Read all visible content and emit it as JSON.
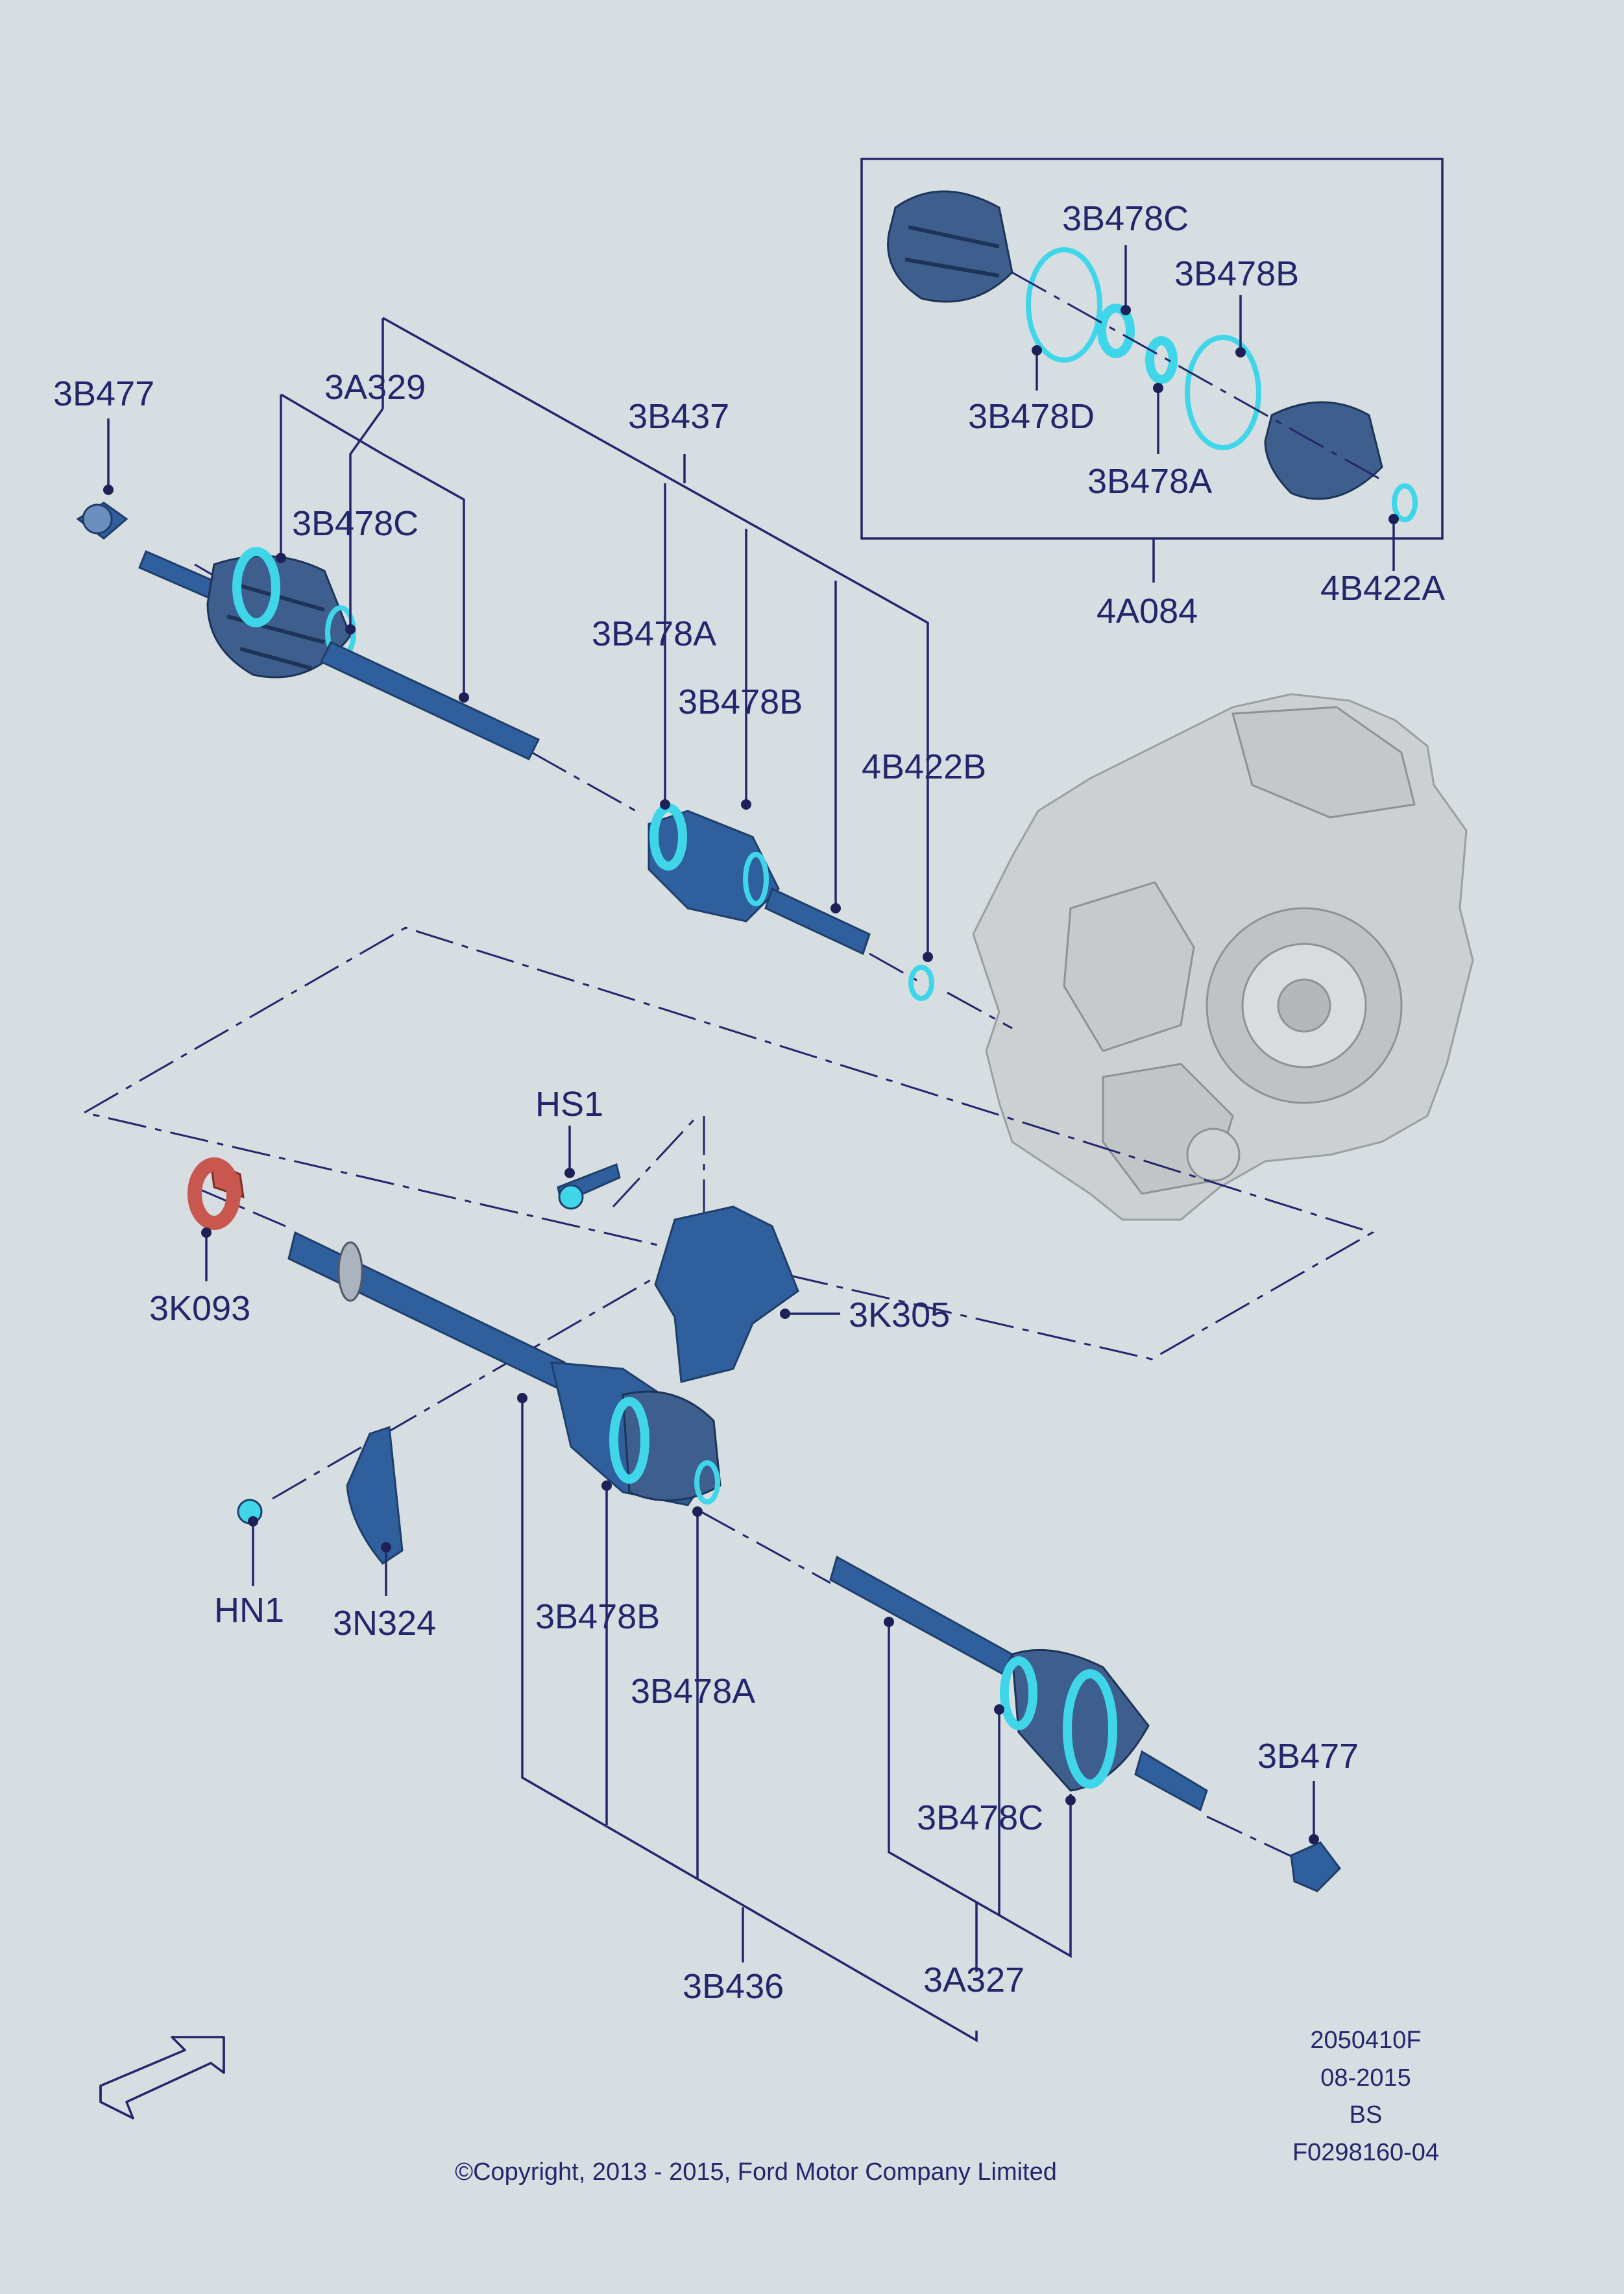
{
  "diagram": {
    "labels": {
      "l_3B477_top": "3B477",
      "l_3A329": "3A329",
      "l_3B437": "3B437",
      "l_3B478C_left": "3B478C",
      "l_3B478A_mid": "3B478A",
      "l_3B478B_mid": "3B478B",
      "l_4B422B": "4B422B",
      "l_3B478C_box": "3B478C",
      "l_3B478B_box": "3B478B",
      "l_3B478D_box": "3B478D",
      "l_3B478A_box": "3B478A",
      "l_4A084": "4A084",
      "l_4B422A": "4B422A",
      "l_HS1": "HS1",
      "l_3K093": "3K093",
      "l_3K305": "3K305",
      "l_HN1": "HN1",
      "l_3N324": "3N324",
      "l_3B478B_low": "3B478B",
      "l_3B478A_low": "3B478A",
      "l_3B478C_low": "3B478C",
      "l_3B477_bottom": "3B477",
      "l_3B436": "3B436",
      "l_3A327": "3A327"
    },
    "meta": {
      "code": "2050410F",
      "date": "08-2015",
      "region": "BS",
      "figure": "F0298160-04"
    },
    "copyright": "©Copyright, 2013 - 2015, Ford Motor Company Limited",
    "colors": {
      "background": "#d6dee2",
      "callout": "#24266b",
      "part_blue": "#2f5f9c",
      "clamp_cyan": "#3fd6ea",
      "seal_red": "#c8584f",
      "gearbox_grey": "#cdd0d2"
    },
    "icons": [
      "direction-arrow-icon"
    ]
  }
}
